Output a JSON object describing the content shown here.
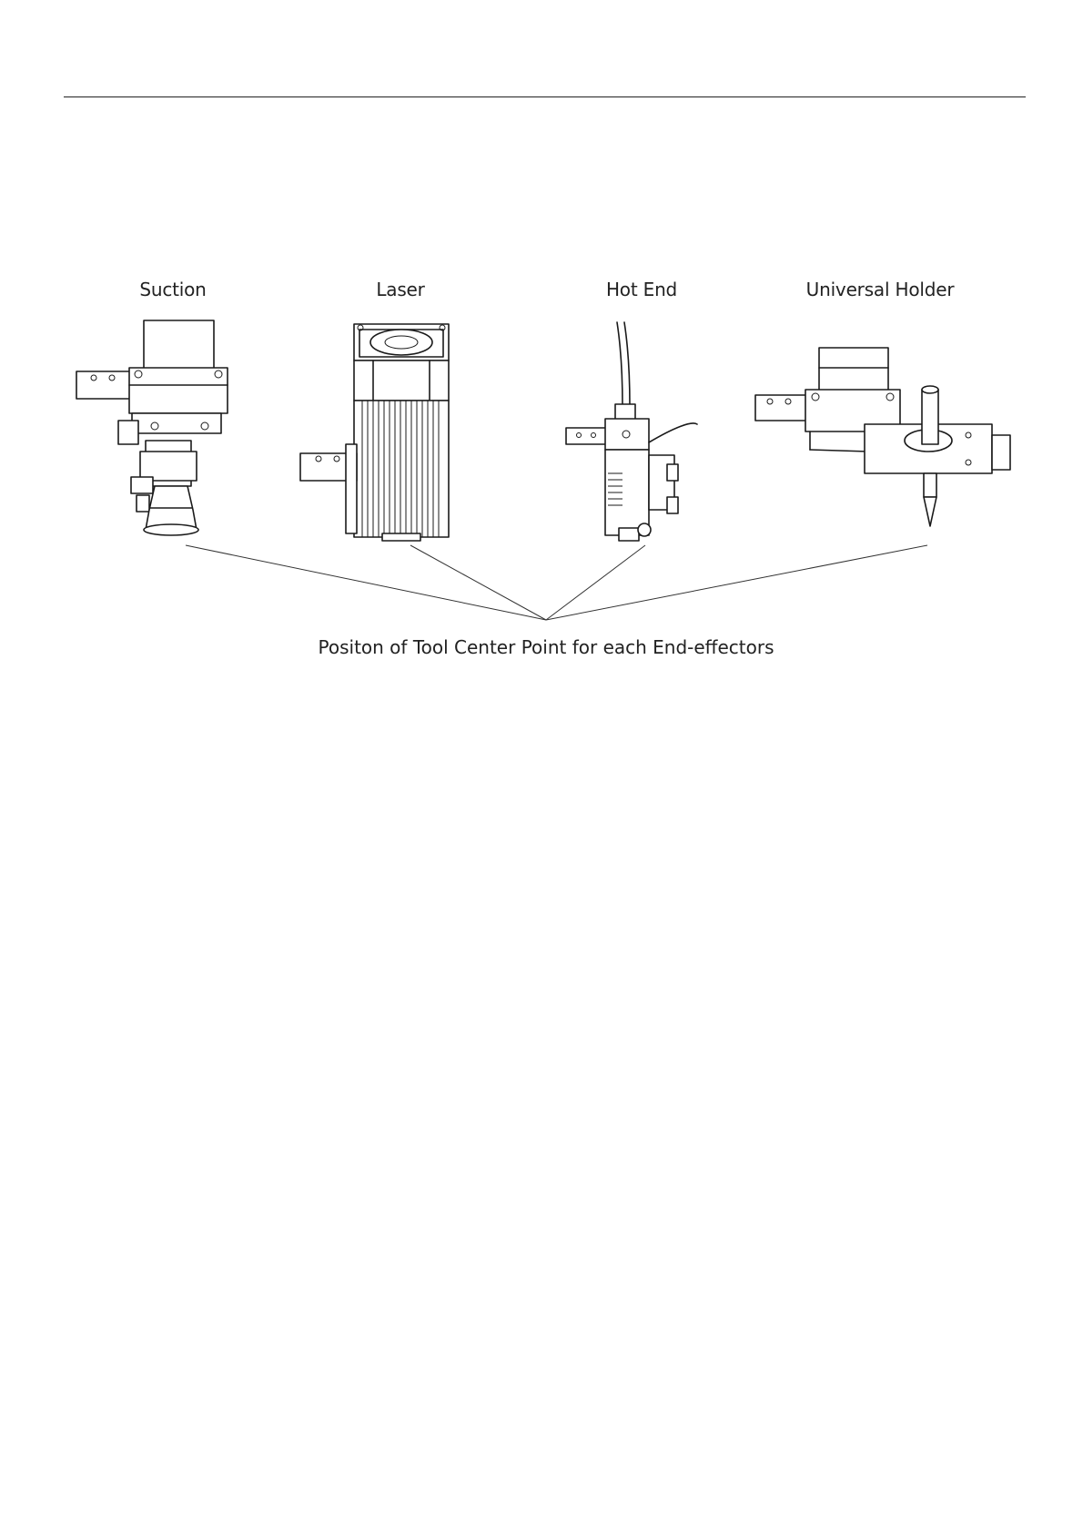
{
  "tools": [
    {
      "id": "suction",
      "label": "Suction"
    },
    {
      "id": "laser",
      "label": "Laser"
    },
    {
      "id": "hot-end",
      "label": "Hot End"
    },
    {
      "id": "universal-holder",
      "label": "Universal Holder"
    }
  ],
  "caption": "Positon of Tool Center Point for each End-effectors"
}
